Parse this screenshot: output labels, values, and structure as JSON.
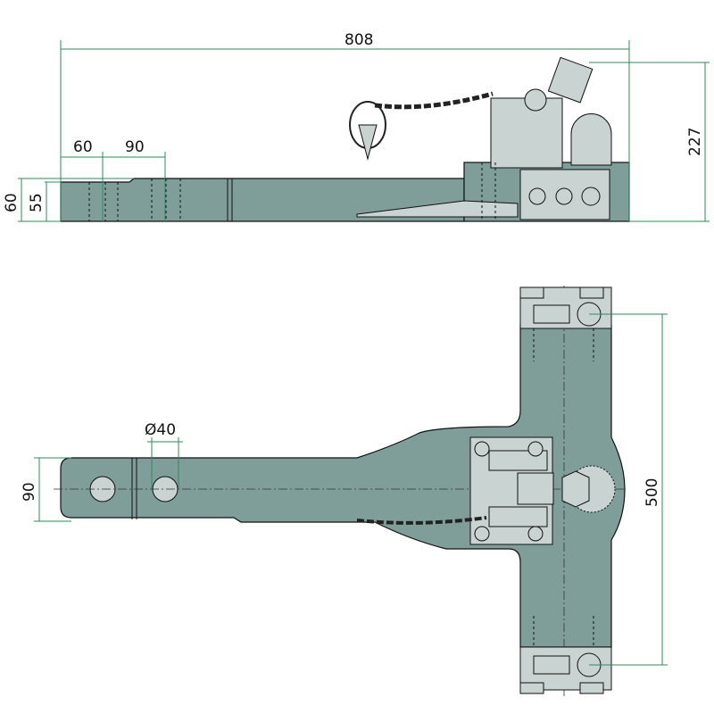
{
  "colors": {
    "body": "#7f9e9a",
    "parts": "#c9d3d1",
    "dimension": "#2e8b5e"
  },
  "side_view": {
    "dim_overall_length": "808",
    "dim_height": "227",
    "dim_hole1": "60",
    "dim_hole_spacing": "90",
    "dim_thickness_outer": "60",
    "dim_thickness_inner": "55"
  },
  "top_view": {
    "dim_hole_diameter": "Ø40",
    "dim_bar_width": "90",
    "dim_crossbar_length": "500"
  }
}
